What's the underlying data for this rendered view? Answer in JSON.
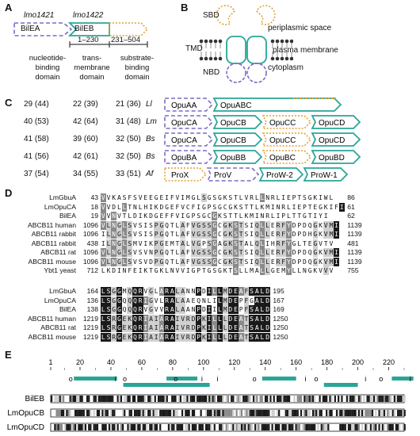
{
  "panels": {
    "A": "A",
    "B": "B",
    "C": "C",
    "D": "D",
    "E": "E"
  },
  "panel_a": {
    "gene1": "lmo1421",
    "gene2": "lmo1422",
    "box1": "BilEA",
    "box2": "BilEB",
    "range1": "1–230",
    "range2": "231–504",
    "domain1": [
      "nucleotide-",
      "binding",
      "domain"
    ],
    "domain2": [
      "trans-",
      "membrane",
      "domain"
    ],
    "domain3": [
      "substrate-",
      "binding",
      "domain"
    ]
  },
  "panel_b": {
    "sbd": "SBD",
    "periplasm": "periplasmic space",
    "tmd": "TMD",
    "membrane": "plasma membrane",
    "nbd": "NBD",
    "cytoplasm": "cytoplasm"
  },
  "panel_c": {
    "rows": [
      {
        "n1": "29 (44)",
        "n2": "22 (39)",
        "n3": "21 (36)",
        "org": "Ll",
        "genes": [
          "OpuAA",
          "OpuABC"
        ]
      },
      {
        "n1": "40 (53)",
        "n2": "42 (64)",
        "n3": "31 (48)",
        "org": "Lm",
        "genes": [
          "OpuCA",
          "OpuCB",
          "OpuCC",
          "OpuCD"
        ]
      },
      {
        "n1": "41 (58)",
        "n2": "39 (60)",
        "n3": "32 (50)",
        "org": "Bs",
        "genes": [
          "OpuCA",
          "OpuCB",
          "OpuCC",
          "OpuCD"
        ]
      },
      {
        "n1": "41 (56)",
        "n2": "42 (61)",
        "n3": "32 (50)",
        "org": "Bs",
        "genes": [
          "OpuBA",
          "OpuBB",
          "OpuBC",
          "OpuBD"
        ]
      },
      {
        "n1": "37 (54)",
        "n2": "34 (55)",
        "n3": "33 (51)",
        "org": "Af",
        "genes": [
          "ProX",
          "ProV",
          "ProW-2",
          "ProW-1"
        ]
      }
    ]
  },
  "panel_d": {
    "block1": [
      {
        "name": "LmGbuA",
        "start": "43",
        "seq": "VVKASFSVEEGEIFVIMGLSGSGKSTLVRLLNRLIEPTSGKIWL",
        "end": "86"
      },
      {
        "name": "LmOpuCA",
        "start": "18",
        "seq": "VVDLLTNLHIKDGEFVCFIGPSGCGKSTTLKMINRLIEPTEGKIFI",
        "end": "61"
      },
      {
        "name": "BilEA",
        "start": "19",
        "seq": "VVNVTLDIKDGEFFVIGPSGCGKSTTLKMINRLIPLTTGTIYI",
        "end": "62"
      },
      {
        "name": "ABCB11 human",
        "start": "1096",
        "seq": "VLNGLSVSISPGQTLAFVGSSGCGKSTSIQLLERFYDPDQGKVMI",
        "end": "1139"
      },
      {
        "name": "ABCB11 rabbit",
        "start": "1096",
        "seq": "ILNGLSVSISPGQTLAFVGSSGCGKSTSIQLLERFYDPDHGKVMI",
        "end": "1139"
      },
      {
        "name": "ABCB11 rabbit",
        "start": "438",
        "seq": "ILNGLSMVIKPGEMTALVGPSGAGKSTALQLIHRFYGLTEGVTV",
        "end": "481"
      },
      {
        "name": "ABCB11 rat",
        "start": "1096",
        "seq": "VLNGLSVSVNPGQTLAFVGSSGCGKSTSIQLLERFYDPDQGKVMI",
        "end": "1139"
      },
      {
        "name": "ABCB11 mouse",
        "start": "1096",
        "seq": "VLNGLSVSVDPGQTLAFVGSSGCGKSTSIQLLERFYDPDQGKVMI",
        "end": "1139"
      },
      {
        "name": "Ybt1 yeast",
        "start": "712",
        "seq": "LKDINFEIKTGKLNVVIGPTGSGKTSLLMALLGEMYLLNGKVVV",
        "end": "755"
      }
    ],
    "block2": [
      {
        "name": "LmGbuA",
        "start": "164",
        "seq": "LSGGMQQRVGLARALANNPDILLMDEAFSALD",
        "end": "195"
      },
      {
        "name": "LmOpuCA",
        "start": "136",
        "seq": "LSGGQQQRIGVLRALAAEQNLILMDEPFGALD",
        "end": "167"
      },
      {
        "name": "BilEA",
        "start": "138",
        "seq": "LSGGQQQRVGVVRALAANPDIILMDEPFSALD",
        "end": "169"
      },
      {
        "name": "ABCB11 human",
        "start": "1219",
        "seq": "LSRGEKQRIAIARAIVRDPKILLLDEATSALD",
        "end": "1250"
      },
      {
        "name": "ABCB11 rat",
        "start": "1219",
        "seq": "LSRGEKQRIAIARAIVRDPKILLLDEATSALD",
        "end": "1250"
      },
      {
        "name": "ABCB11 mouse",
        "start": "1219",
        "seq": "LSRGEKQRIAIARAIVRDPKILLLDEATSALD",
        "end": "1250"
      }
    ]
  },
  "panel_e": {
    "ticks": [
      "1",
      "20",
      "40",
      "60",
      "80",
      "100",
      "120",
      "140",
      "160",
      "180",
      "200",
      "220"
    ],
    "proteins": [
      "BilEB",
      "LmOpuCB",
      "LmOpuCD"
    ],
    "marks_o": [
      "o",
      "o",
      "o",
      "o",
      "o",
      "o"
    ],
    "marks_i": [
      "i",
      "i",
      "i",
      "i",
      "i",
      "i"
    ]
  },
  "colors": {
    "teal": "#2aa597",
    "purple": "#7b6bc4",
    "orange": "#e0a030",
    "dark": "#1a1a1a",
    "mid": "#8a8a8a",
    "light": "#d0d0d0"
  }
}
